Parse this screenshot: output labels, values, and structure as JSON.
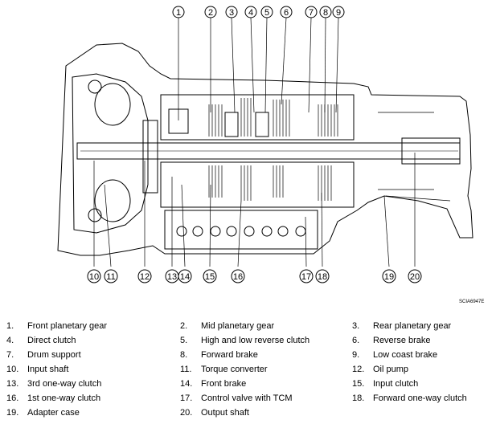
{
  "diagram": {
    "callouts_top": [
      "1",
      "2",
      "3",
      "4",
      "5",
      "6",
      "7",
      "8",
      "9"
    ],
    "callouts_bottom": [
      "10",
      "11",
      "12",
      "13",
      "14",
      "15",
      "16",
      "17",
      "18",
      "19",
      "20"
    ],
    "image_code": "SCIA6947E"
  },
  "legend": [
    {
      "num": "1.",
      "label": "Front planetary gear"
    },
    {
      "num": "2.",
      "label": "Mid planetary gear"
    },
    {
      "num": "3.",
      "label": "Rear planetary gear"
    },
    {
      "num": "4.",
      "label": "Direct clutch"
    },
    {
      "num": "5.",
      "label": "High and low reverse clutch"
    },
    {
      "num": "6.",
      "label": "Reverse brake"
    },
    {
      "num": "7.",
      "label": "Drum support"
    },
    {
      "num": "8.",
      "label": "Forward brake"
    },
    {
      "num": "9.",
      "label": "Low coast brake"
    },
    {
      "num": "10.",
      "label": "Input shaft"
    },
    {
      "num": "11.",
      "label": "Torque converter"
    },
    {
      "num": "12.",
      "label": "Oil pump"
    },
    {
      "num": "13.",
      "label": "3rd one-way clutch"
    },
    {
      "num": "14.",
      "label": "Front brake"
    },
    {
      "num": "15.",
      "label": "Input clutch"
    },
    {
      "num": "16.",
      "label": "1st one-way clutch"
    },
    {
      "num": "17.",
      "label": "Control valve with TCM"
    },
    {
      "num": "18.",
      "label": "Forward one-way clutch"
    },
    {
      "num": "19.",
      "label": "Adapter case"
    },
    {
      "num": "20.",
      "label": "Output shaft"
    }
  ]
}
